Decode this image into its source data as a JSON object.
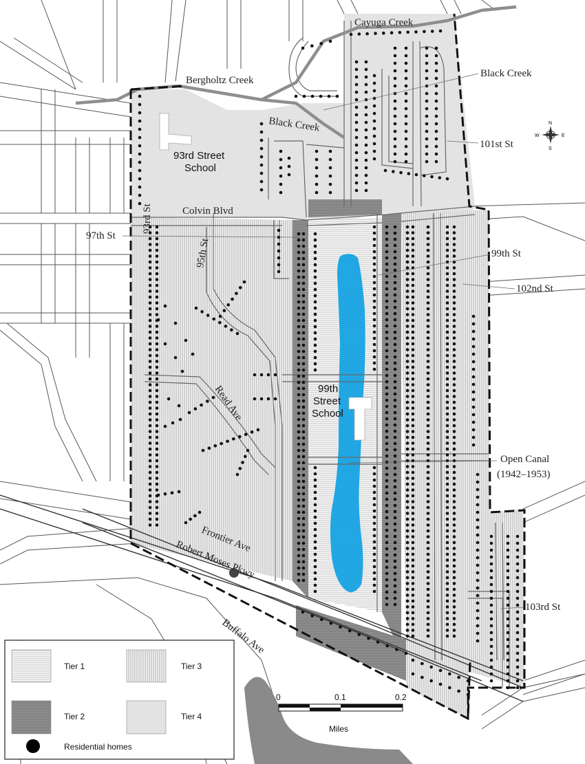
{
  "labels": {
    "cayuga_creek": "Cayuga Creek",
    "bergholtz_creek": "Bergholtz Creek",
    "black_creek_1": "Black Creek",
    "black_creek_2": "Black Creek",
    "st_101": "101st St",
    "colvin_blvd": "Colvin Blvd",
    "st_97": "97th St",
    "st_93": "93rd St",
    "st_95": "95th St",
    "st_99": "99th St",
    "st_102": "102nd St",
    "read_ave": "Read Ave",
    "frontier_ave": "Frontier Ave",
    "robert_moses": "Robert Moses Pkwy",
    "buffalo_ave": "Buffalo Ave",
    "st_103": "103rd St",
    "open_canal_1": "Open Canal",
    "open_canal_2": "(1942–1953)"
  },
  "schools": {
    "school_93_line1": "93rd Street",
    "school_93_line2": "School",
    "school_99_line1": "99th",
    "school_99_line2": "Street",
    "school_99_line3": "School"
  },
  "compass": {
    "n": "N",
    "s": "S",
    "e": "E",
    "w": "W"
  },
  "legend": {
    "tier1": "Tier 1",
    "tier2": "Tier 2",
    "tier3": "Tier 3",
    "tier4": "Tier 4",
    "homes": "Residential homes"
  },
  "scale": {
    "t0": "0",
    "t1": "0.1",
    "t2": "0.2",
    "unit": "Miles"
  },
  "colors": {
    "canal": "#1aa3e0",
    "tier2": "#8c8c8c",
    "tier4": "#e6e6e6",
    "river": "#8a8a8a"
  }
}
